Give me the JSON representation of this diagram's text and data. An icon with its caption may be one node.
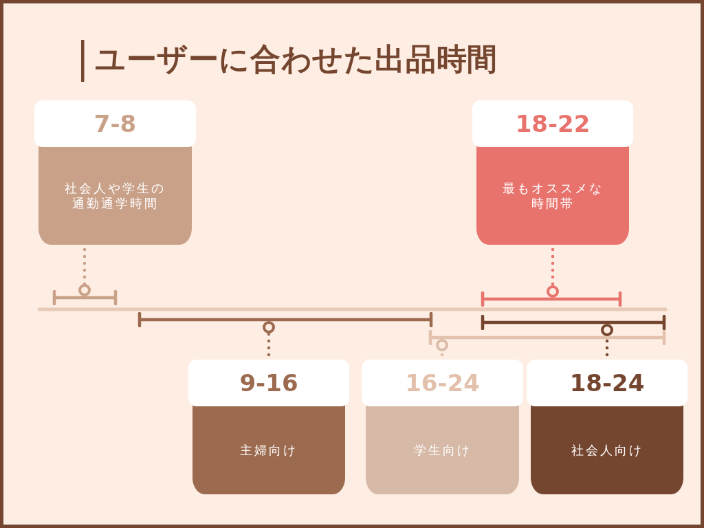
{
  "diagram": {
    "title": "ユーザーに合わせた出品時間",
    "nodes": [
      {
        "text": [
          "7-8",
          "社会人や学生の通勤通学時間"
        ]
      },
      {
        "text": [
          "18-22",
          "最もオススメな時間帯"
        ]
      },
      {
        "text": [],
        "shape": "bar"
      },
      {
        "text": [],
        "shape": "bar"
      },
      {
        "text": [],
        "shape": "bar"
      },
      {
        "text": [],
        "shape": "bar"
      },
      {
        "text": [],
        "shape": "bar"
      },
      {
        "text": [
          "9-16",
          "主婦向け"
        ]
      },
      {
        "text": [
          "16-24",
          "学生向け"
        ]
      },
      {
        "text": [
          "18-24",
          "社会人向け"
        ]
      }
    ],
    "edges": [
      {
        "from": 0,
        "to": 2,
        "arrow": "other",
        "color": "#c9a088"
      },
      {
        "from": 1,
        "to": 3,
        "arrow": "other",
        "color": "#e8736d"
      },
      {
        "from": 7,
        "to": 4,
        "arrow": "other",
        "color": "#9c6a4f"
      },
      {
        "from": 8,
        "to": 6,
        "arrow": "other",
        "color": "#dcbca9"
      },
      {
        "from": 9,
        "to": 5,
        "arrow": "other",
        "color": "#75462f"
      }
    ]
  }
}
